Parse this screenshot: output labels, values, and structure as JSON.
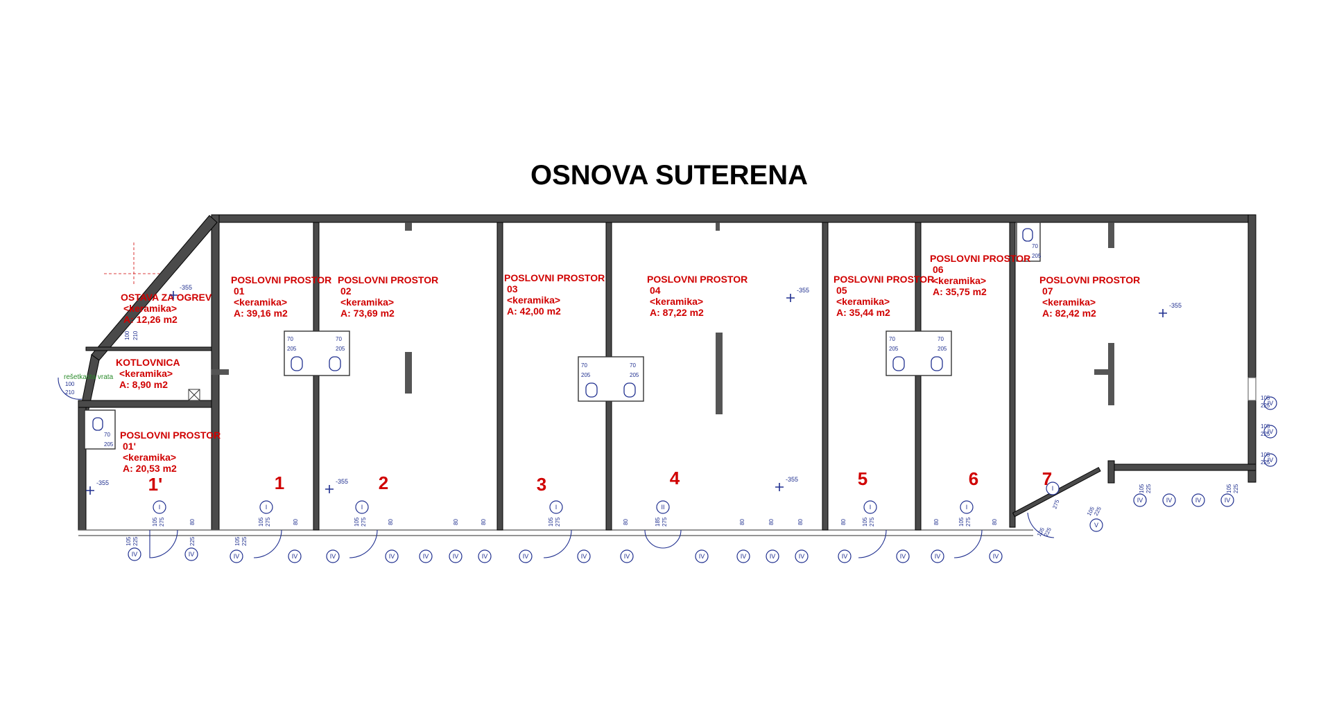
{
  "title": "OSNOVA SUTERENA",
  "rooms": [
    {
      "name": "OSTAVA ZA OGREV",
      "number": "",
      "floor": "<keramika>",
      "area": "A: 12,26 m2"
    },
    {
      "name": "KOTLOVNICA",
      "number": "",
      "floor": "<keramika>",
      "area": "A: 8,90 m2"
    },
    {
      "name": "POSLOVNI PROSTOR",
      "number": "01'",
      "floor": "<keramika>",
      "area": "A: 20,53 m2"
    },
    {
      "name": "POSLOVNI PROSTOR",
      "number": "01",
      "floor": "<keramika>",
      "area": "A: 39,16 m2"
    },
    {
      "name": "POSLOVNI PROSTOR",
      "number": "02",
      "floor": "<keramika>",
      "area": "A: 73,69 m2"
    },
    {
      "name": "POSLOVNI PROSTOR",
      "number": "03",
      "floor": "<keramika>",
      "area": "A: 42,00 m2"
    },
    {
      "name": "POSLOVNI PROSTOR",
      "number": "04",
      "floor": "<keramika>",
      "area": "A: 87,22 m2"
    },
    {
      "name": "POSLOVNI PROSTOR",
      "number": "05",
      "floor": "<keramika>",
      "area": "A: 35,44 m2"
    },
    {
      "name": "POSLOVNI PROSTOR",
      "number": "06",
      "floor": "<keramika>",
      "area": "A: 35,75 m2"
    },
    {
      "name": "POSLOVNI PROSTOR",
      "number": "07",
      "floor": "<keramika>",
      "area": "A: 82,42 m2"
    }
  ],
  "unit_numbers": [
    "1'",
    "1",
    "2",
    "3",
    "4",
    "5",
    "6",
    "7"
  ],
  "level_mark": "-355",
  "door_note": "rešetkasta vrata",
  "door_note_dims": [
    "100",
    "210"
  ],
  "storage_door_dims": [
    "100",
    "210"
  ],
  "window_width": "105",
  "window_height": "225",
  "window_tag": "IV",
  "window_tag_alt": "V",
  "door_width": "105",
  "door_height": "275",
  "door_tag": "I",
  "door_tag_double": "II",
  "double_door_width": "185",
  "sill": "80",
  "bath_width": "70",
  "bath_height": "205",
  "colors": {
    "label": "#d00000",
    "walls": "#4a4a4a",
    "symbols": "#1f2f8f",
    "note": "#2a8a2a"
  }
}
